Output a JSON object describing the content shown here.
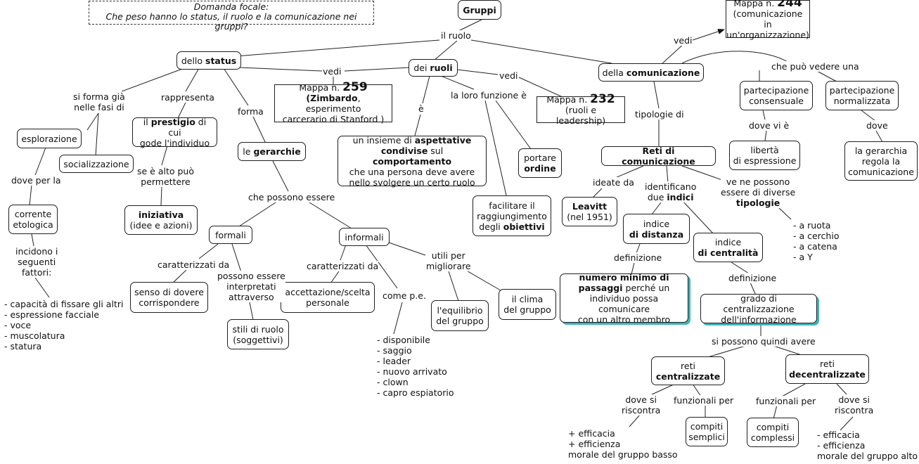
{
  "focal": {
    "line1": "Domanda focale:",
    "line2": "Che peso hanno lo status, il ruolo e la comunicazione nei gruppi?"
  },
  "nodes": {
    "gruppi": "Gruppi",
    "status_pre": "dello ",
    "status_b": "status",
    "ruoli_pre": "dei ",
    "ruoli_b": "ruoli",
    "comun_pre": "della ",
    "comun_b": "comunicazione",
    "map244_pre": "Mappa n. ",
    "map244_num": "244",
    "map244_l2": "(comunicazione in",
    "map244_l3": "un'organizzazione)",
    "map259_pre": "Mappa n. ",
    "map259_num": "259",
    "map259_b": "(Zimbardo",
    "map259_l2": ", esperimento",
    "map259_l3": "carcerario di Stanford )",
    "map232_pre": "Mappa n. ",
    "map232_num": "232",
    "map232_l2": "(ruoli e leadership)",
    "esplorazione": "esplorazione",
    "socializzazione": "socializzazione",
    "prestigio_pre": "il ",
    "prestigio_b": "prestigio",
    "prestigio_post": " di cui",
    "prestigio_l2": "gode l'individuo",
    "gerarchie_pre": "le ",
    "gerarchie_b": "gerarchie",
    "corrente_l1": "corrente",
    "corrente_l2": "etologica",
    "iniziativa_b": "iniziativa",
    "iniziativa_l2": "(idee e azioni)",
    "formali": "formali",
    "informali": "informali",
    "senso_l1": "senso di dovere",
    "senso_l2": "corrispondere",
    "stili_l1": "stili di ruolo",
    "stili_l2": "(soggettivi)",
    "accett_l1": "accettazione/scelta",
    "accett_l2": "personale",
    "equilibrio_l1": "l'equilibrio",
    "equilibrio_l2": "del gruppo",
    "clima_l1": "il clima",
    "clima_l2": "del gruppo",
    "aspett_l1a": "un insieme di ",
    "aspett_l1b": "aspettative",
    "aspett_l2a": "condivise",
    "aspett_l2b": " sul ",
    "aspett_l2c": "comportamento",
    "aspett_l3": "che una persona deve avere",
    "aspett_l4": "nello svolgere un certo ruolo",
    "ordine_l1": "portare",
    "ordine_b": "ordine",
    "facil_l1": "facilitare il",
    "facil_l2": "raggiungimento",
    "facil_l3a": "degli ",
    "facil_l3b": "obiettivi",
    "reti": "Reti di comunicazione",
    "leavitt_b": "Leavitt",
    "leavitt_l2": "(nel 1951)",
    "dist_l1": "indice",
    "dist_b": "di distanza",
    "centr_l1": "indice",
    "centr_b": "di centralità",
    "numero_b1": "numero minimo di",
    "numero_b2": "passaggi",
    "numero_l2": " perché un",
    "numero_l3": "individuo possa comunicare",
    "numero_l4": "con un altro membro",
    "grado_l1": "grado di centralizzazione",
    "grado_l2": "dell'informazione",
    "retic_l1": "reti",
    "retic_b": "centralizzate",
    "retid_l1": "reti",
    "retid_b": "decentralizzate",
    "sempl_l1": "compiti",
    "sempl_l2": "semplici",
    "compl_l1": "compiti",
    "compl_l2": "complessi",
    "consens_l1": "partecipazione",
    "consens_l2": "consensuale",
    "normal_l1": "partecipazione",
    "normal_l2": "normalizzata",
    "liberta_l1": "libertà",
    "liberta_l2": "di espressione",
    "gerarc_l1": "la gerarchia",
    "gerarc_l2": "regola la",
    "gerarc_l3": "comunicazione"
  },
  "labels": {
    "il_ruolo": "il ruolo",
    "vedi1": "vedi",
    "vedi2": "vedi",
    "vedi3": "vedi",
    "si_forma_l1": "si forma già",
    "si_forma_l2": "nelle fasi di",
    "rappresenta": "rappresenta",
    "forma": "forma",
    "dove_per_la": "dove per la",
    "se_alto_l1": "se è alto può",
    "se_alto_l2": "permettere",
    "che_possono": "che possono essere",
    "incidono_l1": "incidono i",
    "incidono_l2": "seguenti",
    "incidono_l3": "fattori:",
    "caratt1": "caratterizzati da",
    "possono_l1": "possono essere",
    "possono_l2": "interpretati",
    "possono_l3": "attraverso",
    "caratt2": "caratterizzati da",
    "come_pe": "come p.e.",
    "utili_l1": "utili per",
    "utili_l2": "migliorare",
    "e_acc": "è",
    "funzione": "la loro funzione è",
    "tipologie_di": "tipologie di",
    "ideate_da": "ideate da",
    "identif_l1": "identificano",
    "identif_l2a": "due ",
    "identif_l2b": "indici",
    "ve_ne_l1": "ve ne possono",
    "ve_ne_l2": "essere di diverse",
    "ve_ne_b": "tipologie",
    "definizione1": "definizione",
    "definizione2": "definizione",
    "si_possono": "si possono quindi avere",
    "dove_si1_l1": "dove si",
    "dove_si1_l2": "riscontra",
    "funz1": "funzionali per",
    "funz2": "funzionali per",
    "dove_si2_l1": "dove si",
    "dove_si2_l2": "riscontra",
    "che_puo": "che può vedere una",
    "dove_vi_e": "dove vi è",
    "dove": "dove"
  },
  "lists": {
    "fattori": [
      "- capacità di fissare gli altri",
      "- espressione facciale",
      "- voce",
      "- muscolatura",
      "- statura"
    ],
    "ruoli_esempi": [
      "- disponibile",
      "- saggio",
      "- leader",
      "- nuovo arrivato",
      "- clown",
      "- capro espiatorio"
    ],
    "tipologie": [
      "- a ruota",
      "- a cerchio",
      "- a catena",
      "- a Y"
    ],
    "centralizzate": [
      "+ efficacia",
      "+ efficienza",
      "morale del gruppo basso"
    ],
    "decentralizzate": [
      "- efficacia",
      "- efficienza",
      "morale del gruppo alto"
    ]
  }
}
